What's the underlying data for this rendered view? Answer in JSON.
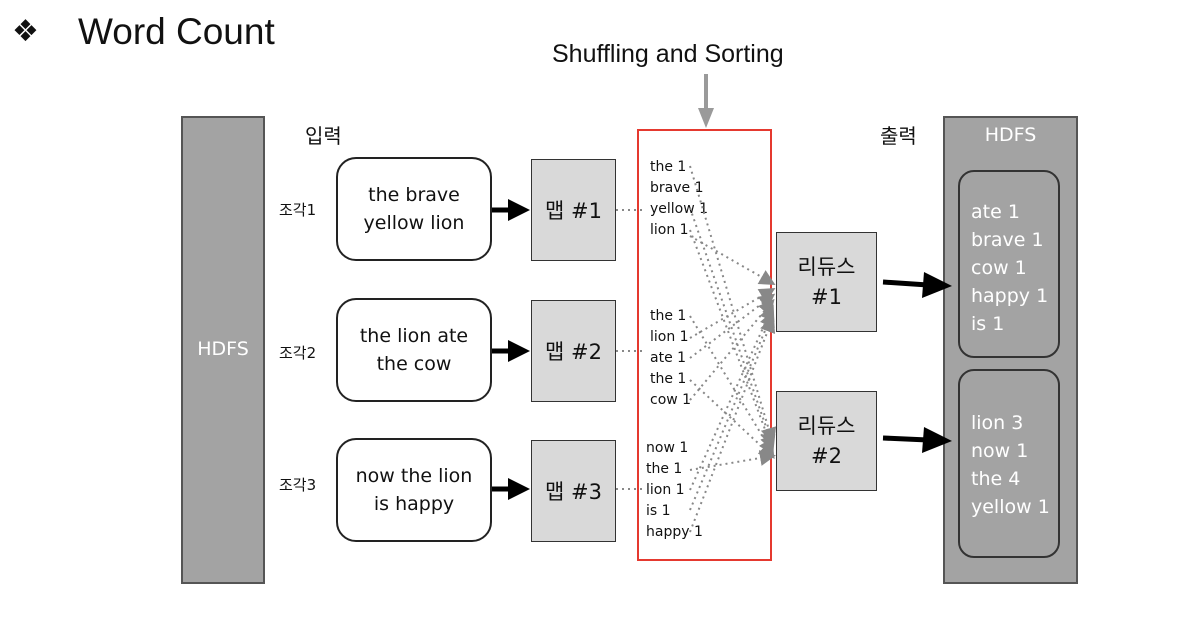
{
  "header": {
    "bullet": "❖",
    "title": "Word Count",
    "shuffle_title": "Shuffling and Sorting"
  },
  "labels": {
    "input": "입력",
    "output": "출력",
    "hdfs_left": "HDFS",
    "hdfs_right": "HDFS"
  },
  "splits": [
    {
      "label": "조각1",
      "text_lines": [
        "the brave",
        "yellow lion"
      ],
      "map": "맵 #1",
      "pairs": [
        "the 1",
        "brave 1",
        "yellow 1",
        "lion 1"
      ]
    },
    {
      "label": "조각2",
      "text_lines": [
        "the lion ate",
        "the cow"
      ],
      "map": "맵 #2",
      "pairs": [
        "the 1",
        "lion 1",
        "ate 1",
        "the 1",
        "cow 1"
      ]
    },
    {
      "label": "조각3",
      "text_lines": [
        "now the lion",
        "is happy"
      ],
      "map": "맵 #3",
      "pairs": [
        "now 1",
        "the 1",
        "lion 1",
        "is 1",
        "happy 1"
      ]
    }
  ],
  "reducers": [
    {
      "line1": "리듀스",
      "line2": "#1",
      "output": [
        "ate 1",
        "brave 1",
        "cow 1",
        "happy 1",
        "is 1"
      ]
    },
    {
      "line1": "리듀스",
      "line2": "#2",
      "output": [
        "lion 3",
        "now 1",
        "the 4",
        "yellow 1"
      ]
    }
  ]
}
